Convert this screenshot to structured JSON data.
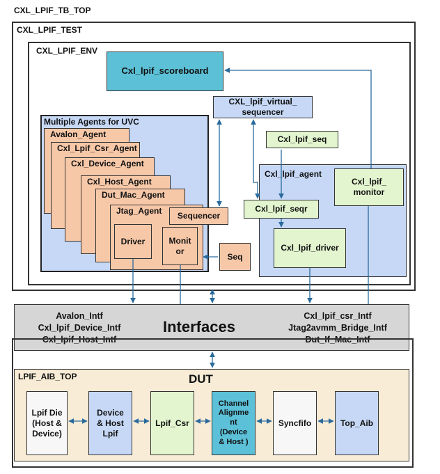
{
  "tb_top": "CXL_LPIF_TB_TOP",
  "test": "CXL_LPIF_TEST",
  "env": "CXL_LPIF_ENV",
  "scoreboard": "Cxl_lpif_scoreboard",
  "virtual_sequencer": "CXL_lpif_virtual_\nsequencer",
  "multi_agents": {
    "title": "Multiple Agents for UVC",
    "agents": [
      "Avalon_Agent",
      "Cxl_Lpif_Csr_Agent",
      "Cxl_Device_Agent",
      "Cxl_Host_Agent",
      "Dut_Mac_Agent",
      "Jtag_Agent"
    ],
    "sequencer": "Sequencer",
    "driver": "Driver",
    "monitor": "Monit\nor",
    "seq": "Seq"
  },
  "lpif_seq": "Cxl_lpif_seq",
  "lpif_agent": {
    "title": "Cxl_lpif_agent",
    "monitor": "Cxl_lpif_\nmonitor",
    "seqr": "Cxl_lpif_seqr",
    "driver": "Cxl_lpif_driver"
  },
  "interfaces": {
    "title": "Interfaces",
    "left": "Avalon_Intf\nCxl_lpif_Device_Intf\nCxl_lpif_Host_Intf",
    "right": "Cxl_lpif_csr_Intf\nJtag2avmm_Bridge_Intf\nDut_If_Mac_Intf"
  },
  "dut": {
    "container": "LPIF_AIB_TOP",
    "title": "DUT",
    "blocks": [
      {
        "label": "Lpif Die\n(Host &\nDevice)"
      },
      {
        "label": "Device\n& Host\nLpif"
      },
      {
        "label": "Lpif_Csr"
      },
      {
        "label": "Channel\nAlignme\nnt\n(Device\n& Host )"
      },
      {
        "label": "Syncfifo"
      },
      {
        "label": "Top_Aib"
      }
    ]
  }
}
